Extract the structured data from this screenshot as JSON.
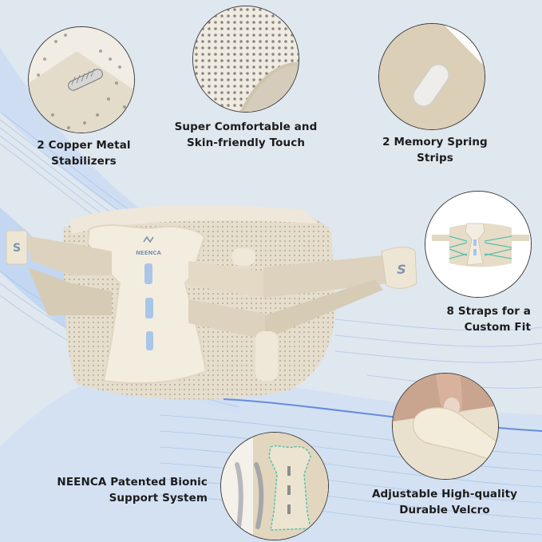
{
  "brand": "NEENCA",
  "colors": {
    "background": "#dfe7ef",
    "wave_blue": "#7fa8e6",
    "wave_deep": "#4a78d6",
    "beige": "#e9e1d2",
    "beige_dark": "#d8ccb6",
    "spine_window": "#a9c6e8",
    "text": "#1c1c1c",
    "circle_border": "#3a3a3a",
    "strap_highlight": "#56c2a6"
  },
  "features": [
    {
      "id": "copper-stabilizers",
      "line1": "2 Copper Metal",
      "line2": "Stabilizers",
      "icon": "spring-coil-closeup"
    },
    {
      "id": "comfort-touch",
      "line1": "Super Comfortable and",
      "line2": "Skin-friendly Touch",
      "icon": "mesh-fabric-closeup"
    },
    {
      "id": "memory-strips",
      "line1": "2 Memory Spring",
      "line2": "Strips",
      "icon": "memory-strip-closeup"
    },
    {
      "id": "eight-straps",
      "line1": "8 Straps for a",
      "line2": "Custom Fit",
      "icon": "brace-straps-diagram"
    },
    {
      "id": "bionic-support",
      "line1": "NEENCA Patented Bionic",
      "line2": "Support System",
      "icon": "bionic-support-diagram"
    },
    {
      "id": "velcro",
      "line1": "Adjustable High-quality",
      "line2": "Durable Velcro",
      "icon": "velcro-closeup"
    }
  ],
  "product": {
    "name": "lumbar-back-brace",
    "logo_text": "NEENCA",
    "strap_tab_glyph_left": "S",
    "strap_tab_glyph_right": "S"
  }
}
